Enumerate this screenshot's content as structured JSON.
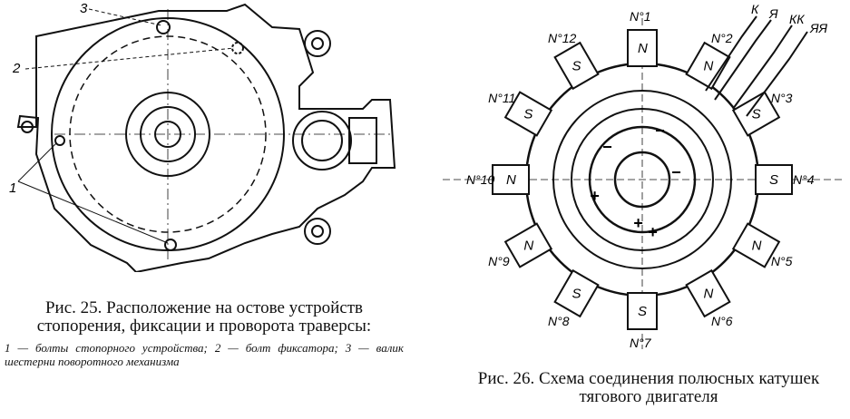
{
  "fig25": {
    "caption_title": "Рис. 25. Расположение на остове устройств стопорения, фиксации и проворота траверсы:",
    "legend": "1 — болты стопорного устройства; 2 — болт фиксатора; 3 — валик шестерни поворотного механизма",
    "labels": [
      "1",
      "2",
      "3"
    ]
  },
  "fig26": {
    "caption": "Рис. 26. Схема соединения полюсных катушек тягового двигателя",
    "pole_labels": [
      "N°1",
      "N°2",
      "N°3",
      "N°4",
      "N°5",
      "N°6",
      "N°7",
      "N°8",
      "N°9",
      "N°10",
      "N°11",
      "N°12"
    ],
    "terminal_labels": [
      "К",
      "Я",
      "КК",
      "ЯЯ"
    ],
    "coil_polarity": [
      "N",
      "N",
      "S",
      "S",
      "N",
      "N",
      "S",
      "S",
      "N",
      "N",
      "S",
      "S"
    ],
    "center_signs": [
      "−",
      "−",
      "+",
      "+",
      "−",
      "+"
    ]
  }
}
